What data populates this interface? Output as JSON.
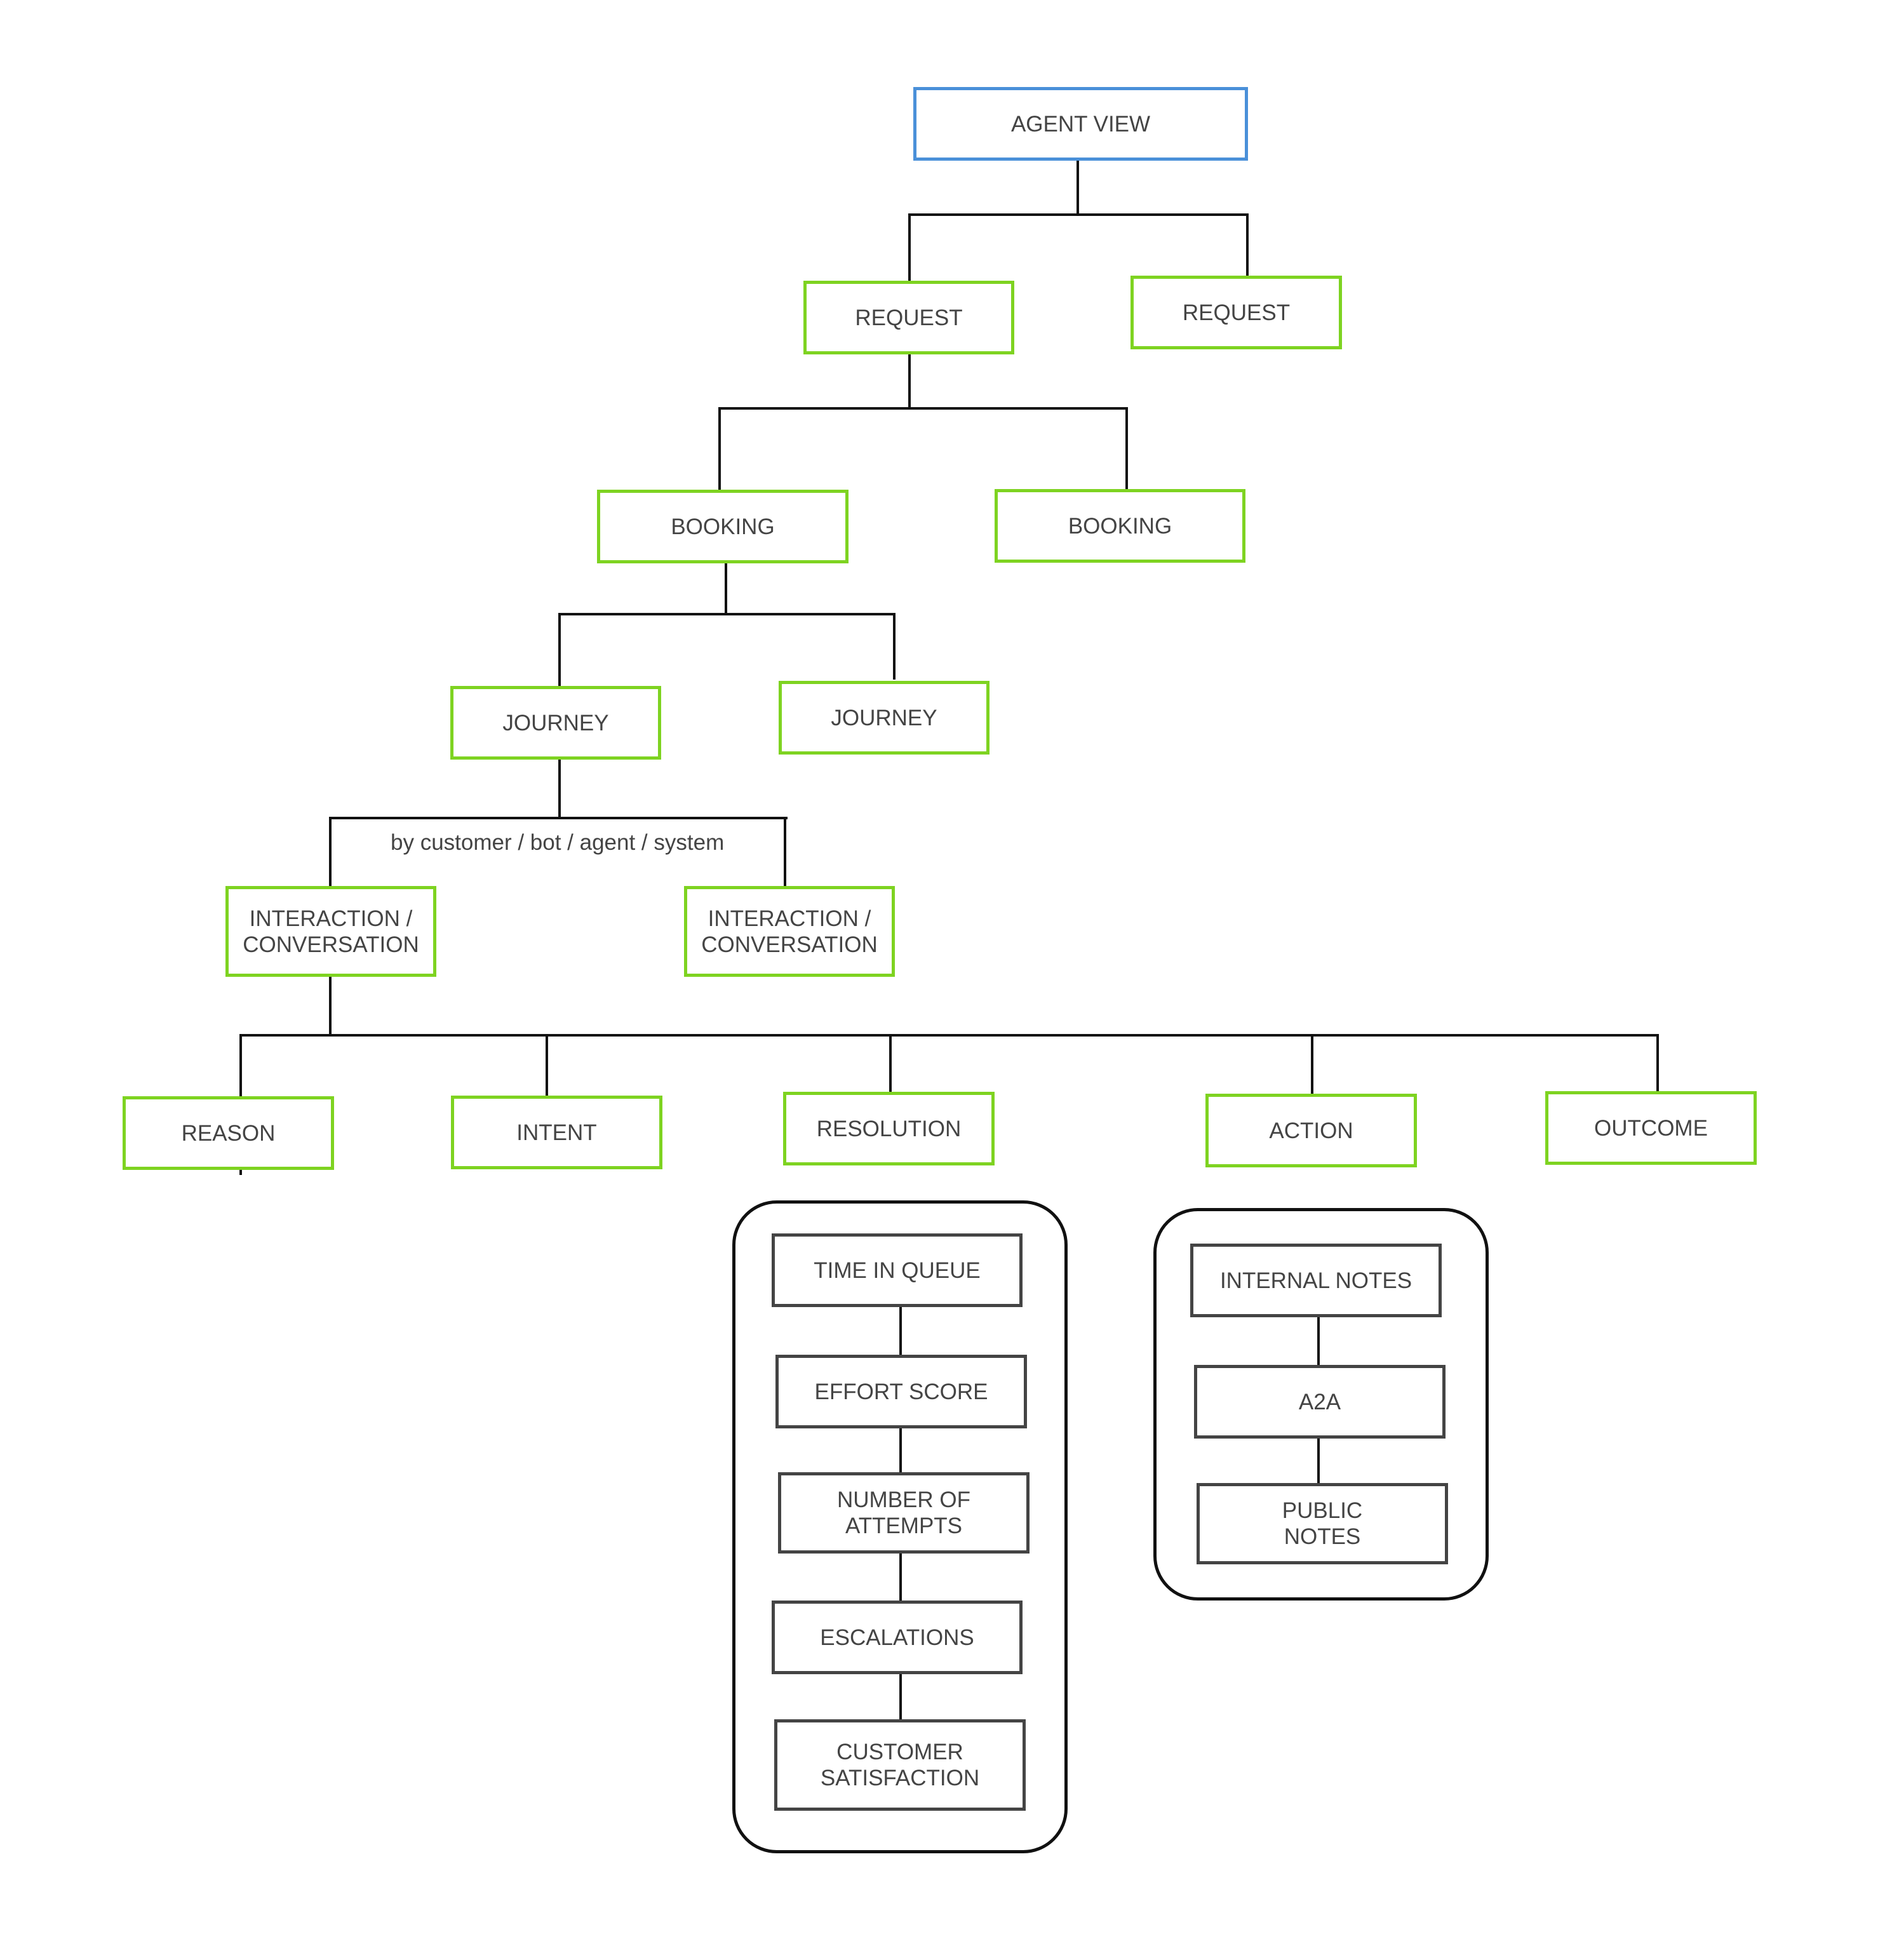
{
  "colors": {
    "root_border": "#4A90D9",
    "node_border": "#7ED321",
    "detail_border": "#444444",
    "connector": "#111111",
    "text": "#444444"
  },
  "nodes": {
    "agent_view": "AGENT VIEW",
    "request_1": "REQUEST",
    "request_2": "REQUEST",
    "booking_1": "BOOKING",
    "booking_2": "BOOKING",
    "journey_1": "JOURNEY",
    "journey_2": "JOURNEY",
    "interaction_1": [
      "INTERACTION /",
      "CONVERSATION"
    ],
    "interaction_2": [
      "INTERACTION /",
      "CONVERSATION"
    ],
    "reason": "REASON",
    "intent": "INTENT",
    "resolution": "RESOLUTION",
    "action": "ACTION",
    "outcome": "OUTCOME"
  },
  "interaction_note": "by customer / bot / agent / system",
  "resolution_details": {
    "items": [
      [
        "TIME IN QUEUE"
      ],
      [
        "EFFORT SCORE"
      ],
      [
        "NUMBER OF",
        "ATTEMPTS"
      ],
      [
        "ESCALATIONS"
      ],
      [
        "CUSTOMER",
        "SATISFACTION"
      ]
    ]
  },
  "action_details": {
    "items": [
      [
        "INTERNAL NOTES"
      ],
      [
        "A2A"
      ],
      [
        "PUBLIC",
        "NOTES"
      ]
    ]
  }
}
